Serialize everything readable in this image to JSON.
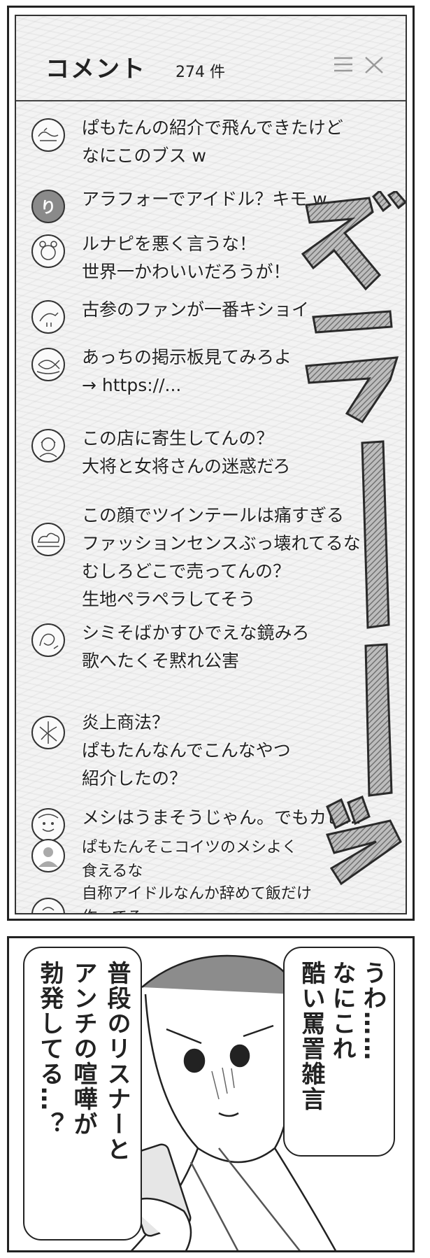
{
  "comment_panel": {
    "title": "コメント",
    "count": "274 件",
    "icons": {
      "menu": "menu-lines-icon",
      "close": "close-x-icon"
    },
    "comments": [
      {
        "avatar": "emblem-avatar",
        "avatar_label": "",
        "lines": [
          "ぱもたんの紹介で飛んできたけど",
          "なにこのブス w"
        ]
      },
      {
        "avatar": "letter-avatar",
        "avatar_label": "り",
        "lines": [
          "アラフォーでアイドル？キモ w"
        ]
      },
      {
        "avatar": "animal-avatar",
        "avatar_label": "",
        "lines": [
          "ルナピを悪く言うな！",
          "世界一かわいいだろうが！"
        ]
      },
      {
        "avatar": "bird-avatar",
        "avatar_label": "",
        "lines": [
          "古参のファンが一番キショイ"
        ]
      },
      {
        "avatar": "fish-avatar",
        "avatar_label": "",
        "lines": [
          "あっちの掲示板見てみろよ",
          "→ https://..."
        ]
      },
      {
        "avatar": "girl-avatar",
        "avatar_label": "",
        "lines": [
          "この店に寄生してんの？",
          "大将と女将さんの迷惑だろ"
        ]
      },
      {
        "avatar": "cloud-avatar",
        "avatar_label": "",
        "lines": [
          "この顔でツインテールは痛すぎる",
          "ファッションセンスぶっ壊れてるな",
          "むしろどこで売ってんの？",
          "生地ペラペラしてそう"
        ]
      },
      {
        "avatar": "swirl-avatar",
        "avatar_label": "",
        "lines": [
          "シミそばかすひでえな鏡みろ",
          "歌へたくそ黙れ公害"
        ]
      },
      {
        "avatar": "globe-avatar",
        "avatar_label": "",
        "lines": [
          "炎上商法？",
          "ぱもたんなんでこんなやつ",
          "紹介したの？"
        ]
      },
      {
        "avatar": "face-avatar",
        "avatar_label": "",
        "lines": [
          "メシはうまそうじゃん。でもカビ…"
        ]
      },
      {
        "avatar": "default-user-avatar",
        "avatar_label": "",
        "lines": [
          "ぱもたんそこコイツのメシよく",
          "食えるな"
        ]
      },
      {
        "avatar": "food-avatar",
        "avatar_label": "",
        "lines": [
          "自称アイドルなんか辞めて飯だけ",
          "作ってろ"
        ]
      }
    ],
    "sfx_text": "ズラーーッ"
  },
  "reaction_panel": {
    "right_bubble": [
      "うわ……",
      "なにこれ",
      "酷い罵詈雑言"
    ],
    "left_bubble": [
      "普段のリスナーと",
      "アンチの喧嘩が",
      "勃発してる…？"
    ]
  }
}
